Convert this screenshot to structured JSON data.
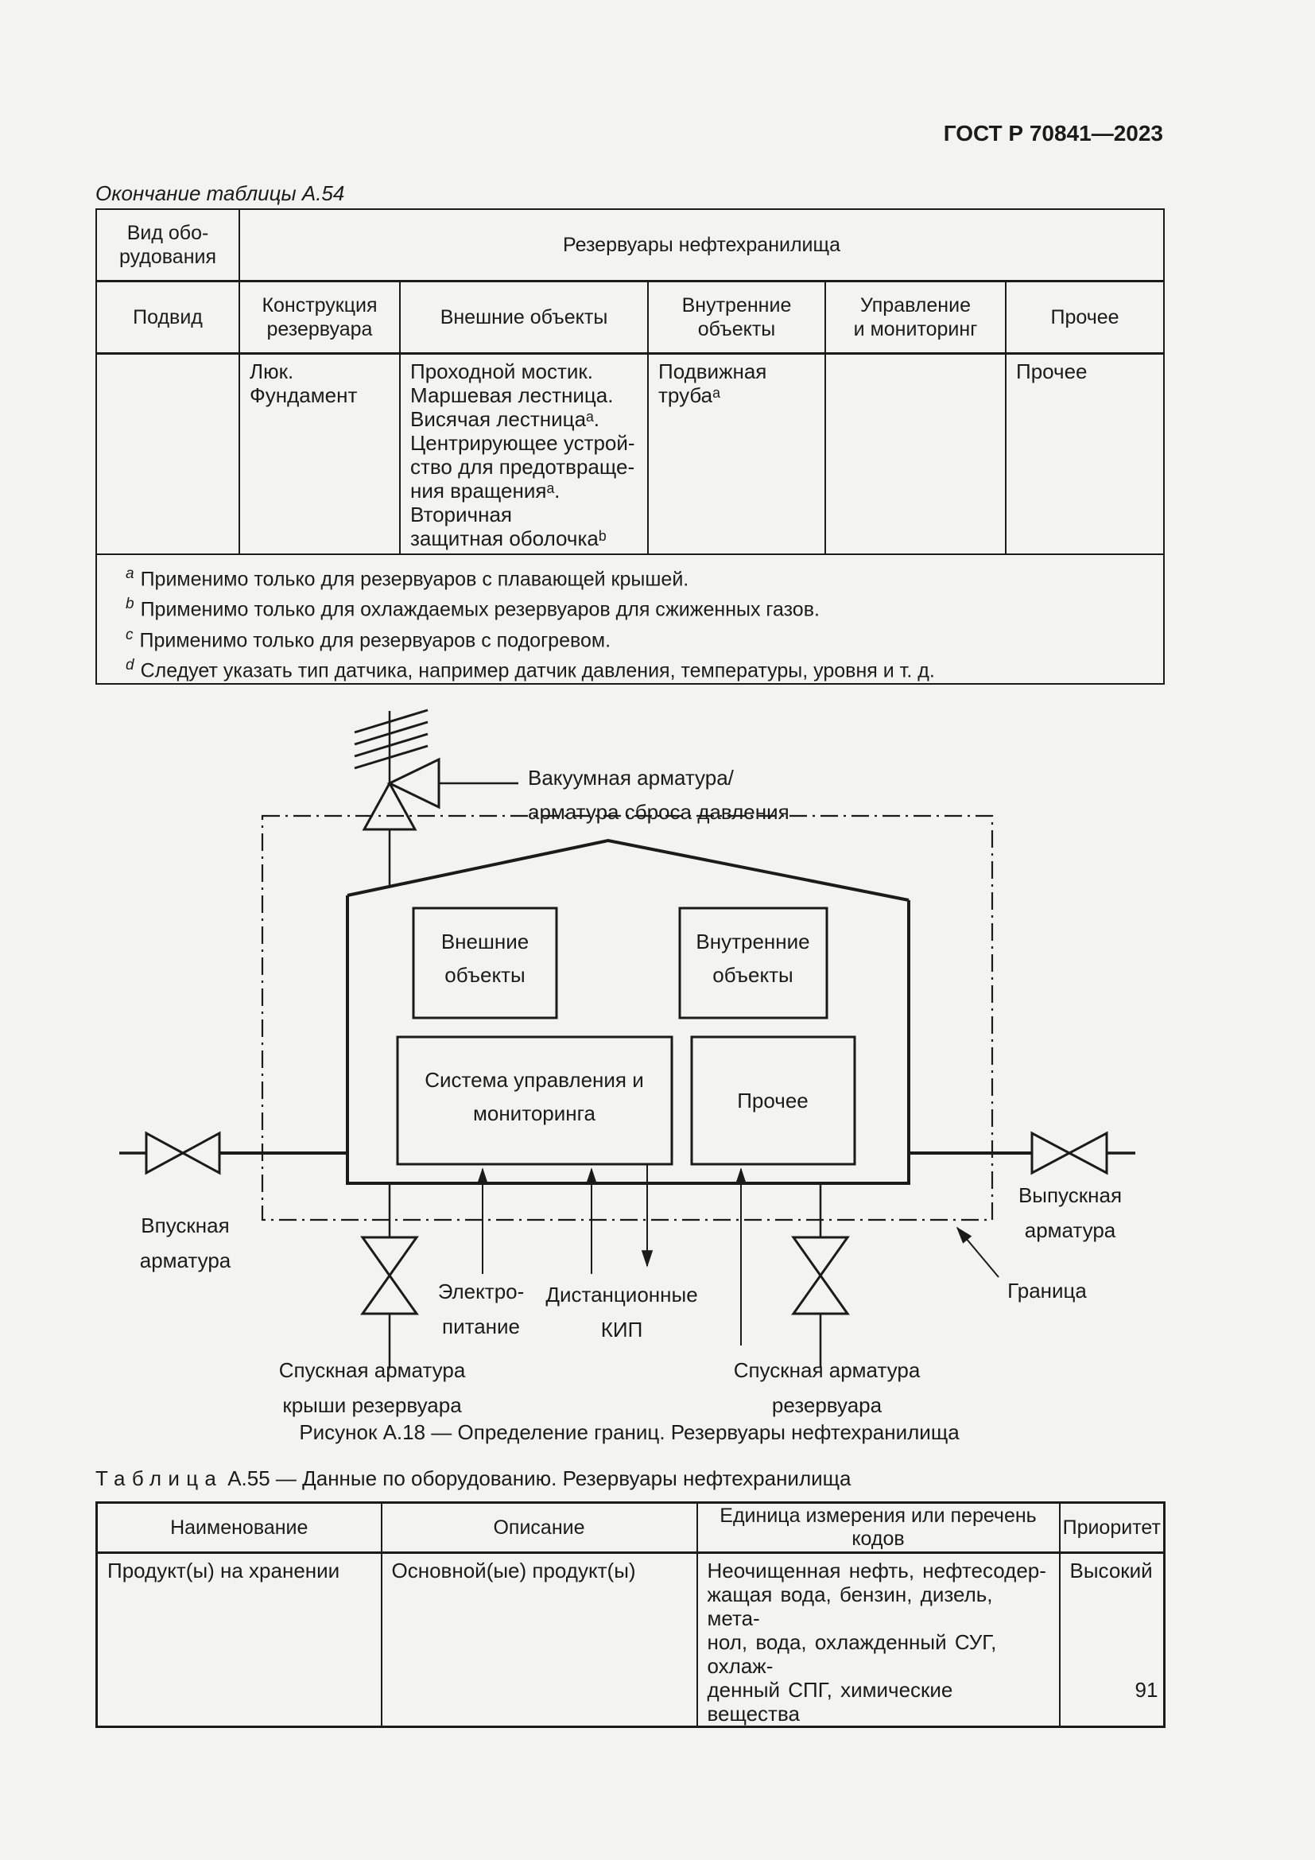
{
  "page": {
    "header": "ГОСТ Р 70841—2023",
    "page_number": "91"
  },
  "table_a54": {
    "continuation_caption": "Окончание таблицы А.54",
    "header_row1": {
      "equipment_type": "Вид обо-\nрудования",
      "group": "Резервуары нефтехранилища"
    },
    "subheaders": [
      "Подвид",
      "Конструкция\nрезервуара",
      "Внешние объекты",
      "Внутренние\nобъекты",
      "Управление\nи мониторинг",
      "Прочее"
    ],
    "body": {
      "subtype": "",
      "construction": "Люк.\nФундамент",
      "external": "Проходной мостик.\nМаршевая лестница.\nВисячая лестницаᵃ.\nЦентрирующее устрой-\nство для предотвраще-\nния вращенияᵃ.\nВторичная\nзащитная оболочкаᵇ",
      "internal": "Подвижная\nтрубаᵃ",
      "control": "",
      "other": "Прочее"
    },
    "footnotes": [
      {
        "marker": "a",
        "text": "Применимо только для резервуаров с плавающей крышей."
      },
      {
        "marker": "b",
        "text": "Применимо только для охлаждаемых резервуаров для сжиженных газов."
      },
      {
        "marker": "c",
        "text": "Применимо только для резервуаров с подогревом."
      },
      {
        "marker": "d",
        "text": "Следует указать тип датчика, например датчик давления, температуры, уровня и т. д."
      }
    ]
  },
  "figure": {
    "caption": "Рисунок А.18 — Определение границ. Резервуары нефтехранилища",
    "labels": {
      "vacuum": [
        "Вакуумная арматура/",
        "арматура сброса давления"
      ],
      "external_box": [
        "Внешние",
        "объекты"
      ],
      "internal_box": [
        "Внутренние",
        "объекты"
      ],
      "control_box": [
        "Система управления и",
        "мониторинга"
      ],
      "other_box": "Прочее",
      "inlet": [
        "Впускная",
        "арматура"
      ],
      "outlet": [
        "Выпускная",
        "арматура"
      ],
      "power": [
        "Электро-",
        "питание"
      ],
      "instruments": [
        "Дистанционные",
        "КИП"
      ],
      "roof_drain": [
        "Спускная арматура",
        "крыши резервуара"
      ],
      "tank_drain": [
        "Спускная арматура",
        "резервуара"
      ],
      "boundary": "Граница"
    }
  },
  "table_a55": {
    "caption_word": "Таблица",
    "caption_rest": "А.55 — Данные по оборудованию. Резервуары нефтехранилища",
    "headers": [
      "Наименование",
      "Описание",
      "Единица измерения или перечень кодов",
      "Приоритет"
    ],
    "row": {
      "name": "Продукт(ы) на хранении",
      "description": "Основной(ые) продукт(ы)",
      "units": "Неочищенная нефть, нефтесодер-\nжащая вода, бензин, дизель, мета-\nнол, вода, охлажденный СУГ, охлаж-\nденный СПГ, химические вещества",
      "priority": "Высокий"
    }
  }
}
